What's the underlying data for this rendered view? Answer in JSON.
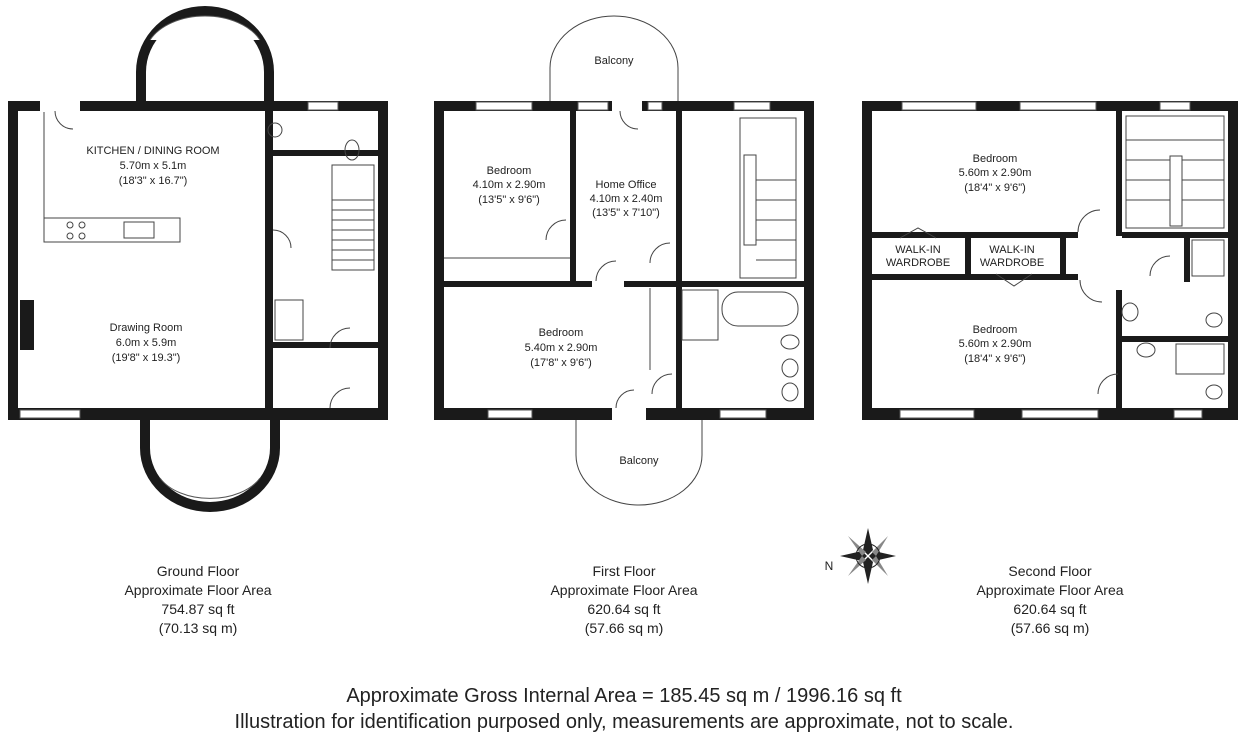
{
  "ground_floor": {
    "rooms": [
      {
        "name": "KITCHEN / DINING ROOM",
        "metric": "5.70m  x  5.1m",
        "imperial": "(18'3\" x 16.7\")"
      },
      {
        "name": "Drawing Room",
        "metric": "6.0m x 5.9m",
        "imperial": "(19'8\" x 19.3\")"
      }
    ],
    "caption": {
      "name": "Ground Floor",
      "label": "Approximate Floor Area",
      "sqft": "754.87 sq ft",
      "sqm": "(70.13 sq m)"
    }
  },
  "first_floor": {
    "rooms": [
      {
        "name": "Bedroom",
        "metric": "4.10m x 2.90m",
        "imperial": "(13'5\" x 9'6\")"
      },
      {
        "name": "Home Office",
        "metric": "4.10m x 2.40m",
        "imperial": "(13'5\" x 7'10\")"
      },
      {
        "name": "Bedroom",
        "metric": "5.40m x 2.90m",
        "imperial": "(17'8\" x 9'6\")"
      }
    ],
    "balconies": [
      "Balcony",
      "Balcony"
    ],
    "caption": {
      "name": "First Floor",
      "label": "Approximate Floor Area",
      "sqft": "620.64 sq ft",
      "sqm": "(57.66 sq m)"
    }
  },
  "second_floor": {
    "rooms": [
      {
        "name": "Bedroom",
        "metric": "5.60m x 2.90m",
        "imperial": "(18'4\" x 9'6\")"
      },
      {
        "name": "Bedroom",
        "metric": "5.60m x 2.90m",
        "imperial": "(18'4\" x 9'6\")"
      }
    ],
    "wardrobes": [
      {
        "line1": "WALK-IN",
        "line2": "WARDROBE"
      },
      {
        "line1": "WALK-IN",
        "line2": "WARDROBE"
      }
    ],
    "caption": {
      "name": "Second Floor",
      "label": "Approximate Floor Area",
      "sqft": "620.64 sq ft",
      "sqm": "(57.66 sq m)"
    }
  },
  "compass": {
    "label": "N"
  },
  "footer": {
    "line1": "Approximate Gross Internal Area = 185.45 sq m / 1996.16 sq ft",
    "line2": "Illustration for identification purposed only, measurements are approximate, not to scale."
  }
}
